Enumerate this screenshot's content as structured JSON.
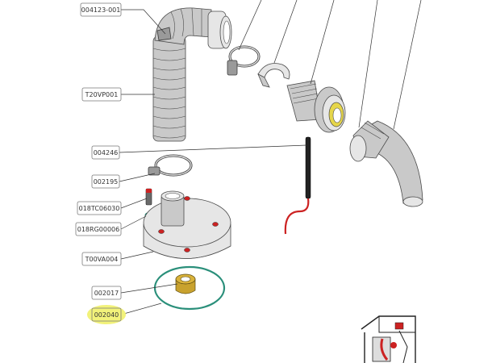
{
  "diagram": {
    "labels": {
      "p004123": "004123-001",
      "t20vp001": "T20VP001",
      "p004246": "004246",
      "p002195": "002195",
      "p018tc": "018TC06030",
      "p018rg": "018RG00006",
      "t00va004": "T00VA004",
      "p002017": "002017",
      "p002040": "002040"
    },
    "highlighted_label": "002040",
    "colors": {
      "highlight": "#f2f27a",
      "red_part": "#cc2222",
      "green_oring": "#2a8f7a",
      "brass": "#d9b23a",
      "seal_yellow": "#e6d64a"
    }
  }
}
